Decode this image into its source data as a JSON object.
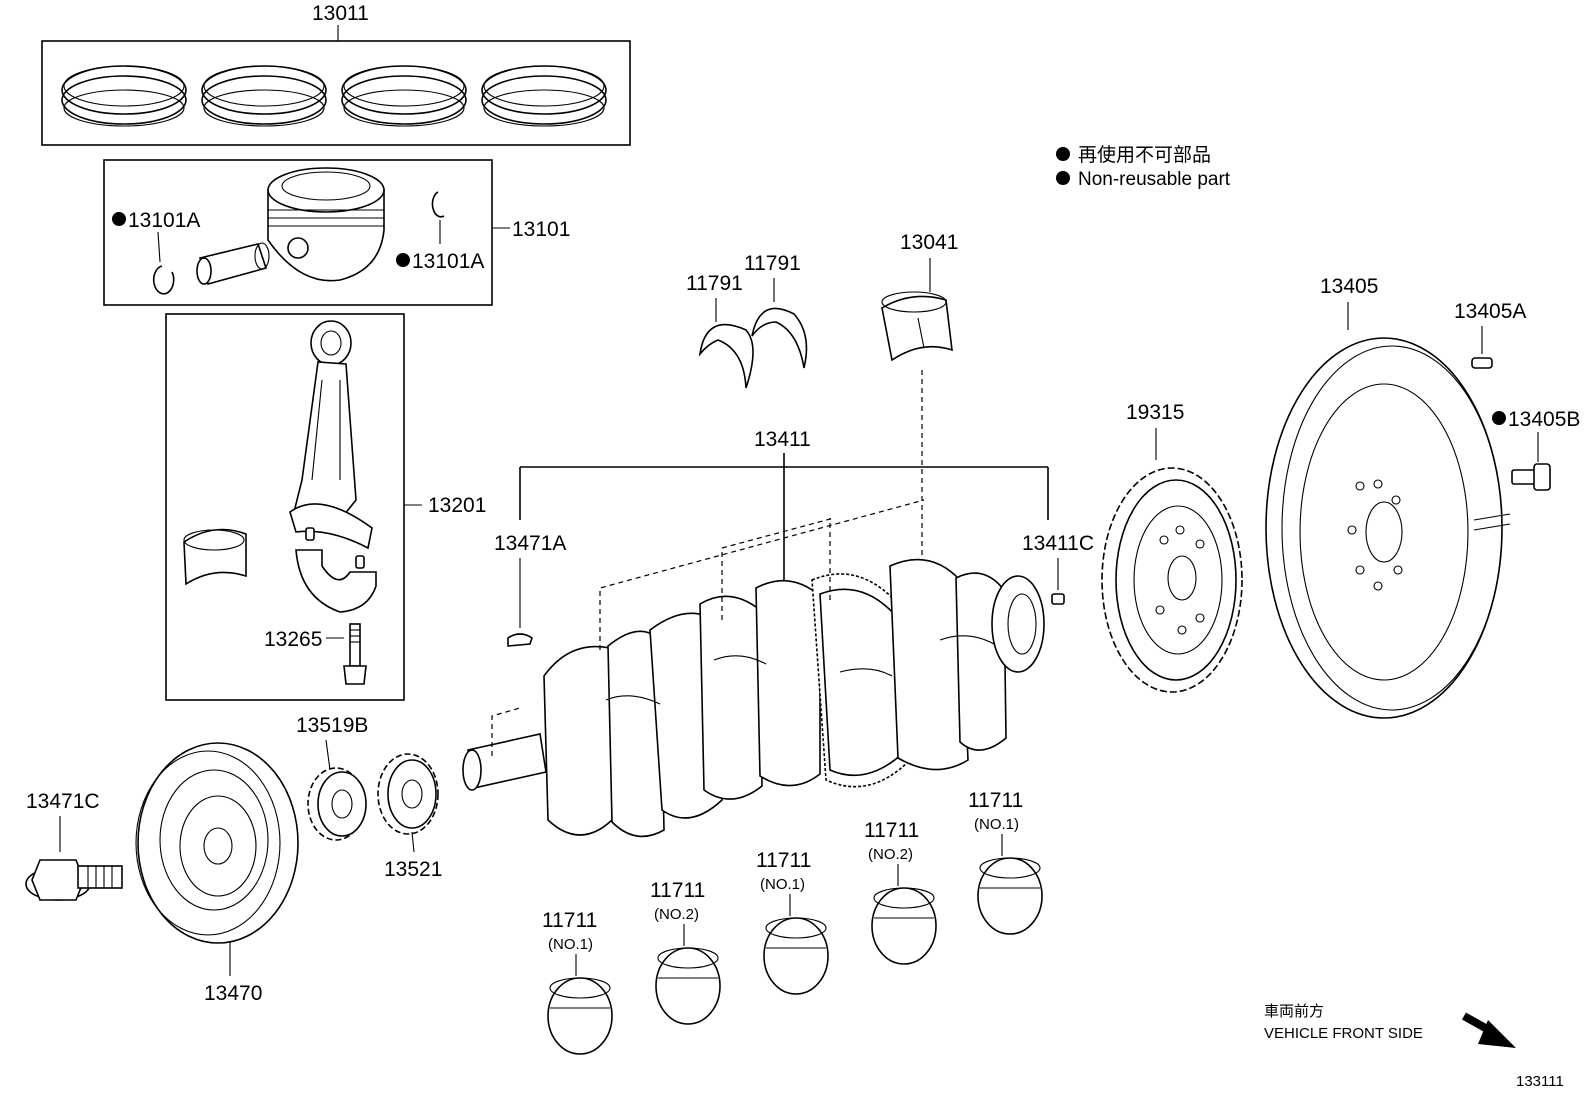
{
  "legend": {
    "line_ja": "再使用不可部品",
    "line_en": "Non-reusable part"
  },
  "parts": {
    "p13011": "13011",
    "p13101": "13101",
    "p13101A_left": "13101A",
    "p13101A_right": "13101A",
    "p13201": "13201",
    "p13265": "13265",
    "p13519B": "13519B",
    "p13521": "13521",
    "p13471C": "13471C",
    "p13470": "13470",
    "p13471A": "13471A",
    "p13411": "13411",
    "p13411C": "13411C",
    "p11791_left": "11791",
    "p11791_right": "11791",
    "p13041": "13041",
    "p19315": "19315",
    "p13405": "13405",
    "p13405A": "13405A",
    "p13405B": "13405B",
    "bearing_1": "11711",
    "bearing_1_sub": "(NO.1)",
    "bearing_2": "11711",
    "bearing_2_sub": "(NO.2)",
    "bearing_3": "11711",
    "bearing_3_sub": "(NO.1)",
    "bearing_4": "11711",
    "bearing_4_sub": "(NO.2)",
    "bearing_5": "11711",
    "bearing_5_sub": "(NO.1)"
  },
  "direction": {
    "line_ja": "車両前方",
    "line_en": "VEHICLE FRONT SIDE"
  },
  "diagram_code": "133111"
}
